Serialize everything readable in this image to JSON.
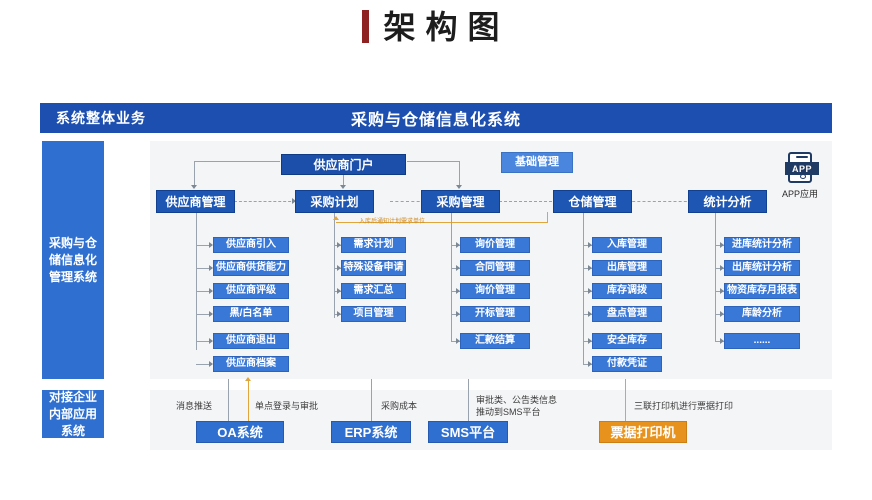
{
  "page": {
    "title": "架构图",
    "accent_bar_color": "#8e2222",
    "band_color": "#1c4fb0",
    "panel_bg": "#f4f5f7"
  },
  "header": {
    "left_label": "系统整体业务",
    "center_label": "采购与仓储信息化系统"
  },
  "rails": [
    {
      "name": "rail-main",
      "label": "采购与仓储信息化管理系统"
    },
    {
      "name": "rail-sub",
      "label": "对接企业内部应用系统"
    }
  ],
  "portal": {
    "label": "供应商门户"
  },
  "basic": {
    "label": "基础管理"
  },
  "app": {
    "badge": "APP",
    "label": "APP应用",
    "icon": "mobile-phone-icon"
  },
  "note": {
    "orange_label": "入库后通知计划需求单位"
  },
  "columns": [
    {
      "key": "supplier",
      "title": "供应商管理",
      "items": [
        "供应商引入",
        "供应商供货能力",
        "供应商评级",
        "黑/白名单",
        "供应商退出",
        "供应商档案"
      ]
    },
    {
      "key": "plan",
      "title": "采购计划",
      "items": [
        "需求计划",
        "特殊设备申请",
        "需求汇总",
        "项目管理"
      ]
    },
    {
      "key": "purchase",
      "title": "采购管理",
      "items": [
        "询价管理",
        "合同管理",
        "询价管理",
        "开标管理",
        "汇款结算"
      ]
    },
    {
      "key": "warehouse",
      "title": "仓储管理",
      "items": [
        "入库管理",
        "出库管理",
        "库存调拨",
        "盘点管理",
        "安全库存",
        "付款凭证"
      ]
    },
    {
      "key": "stats",
      "title": "统计分析",
      "items": [
        "进库统计分析",
        "出库统计分析",
        "物资库存月报表",
        "库龄分析",
        "......"
      ]
    }
  ],
  "bottom": {
    "systems": [
      {
        "key": "oa",
        "label": "OA系统",
        "color": "#2f6fd0"
      },
      {
        "key": "erp",
        "label": "ERP系统",
        "color": "#2f6fd0"
      },
      {
        "key": "sms",
        "label": "SMS平台",
        "color": "#2f6fd0"
      },
      {
        "key": "printer",
        "label": "票据打印机",
        "color": "#e8921e"
      }
    ],
    "captions": [
      {
        "key": "push",
        "text": "消息推送"
      },
      {
        "key": "sso",
        "text": "单点登录与审批"
      },
      {
        "key": "cost",
        "text": "采购成本"
      },
      {
        "key": "sms_line1",
        "text": "审批类、公告类信息"
      },
      {
        "key": "sms_line2",
        "text": "推动到SMS平台"
      },
      {
        "key": "printer_note",
        "text": "三联打印机进行票据打印"
      }
    ]
  }
}
